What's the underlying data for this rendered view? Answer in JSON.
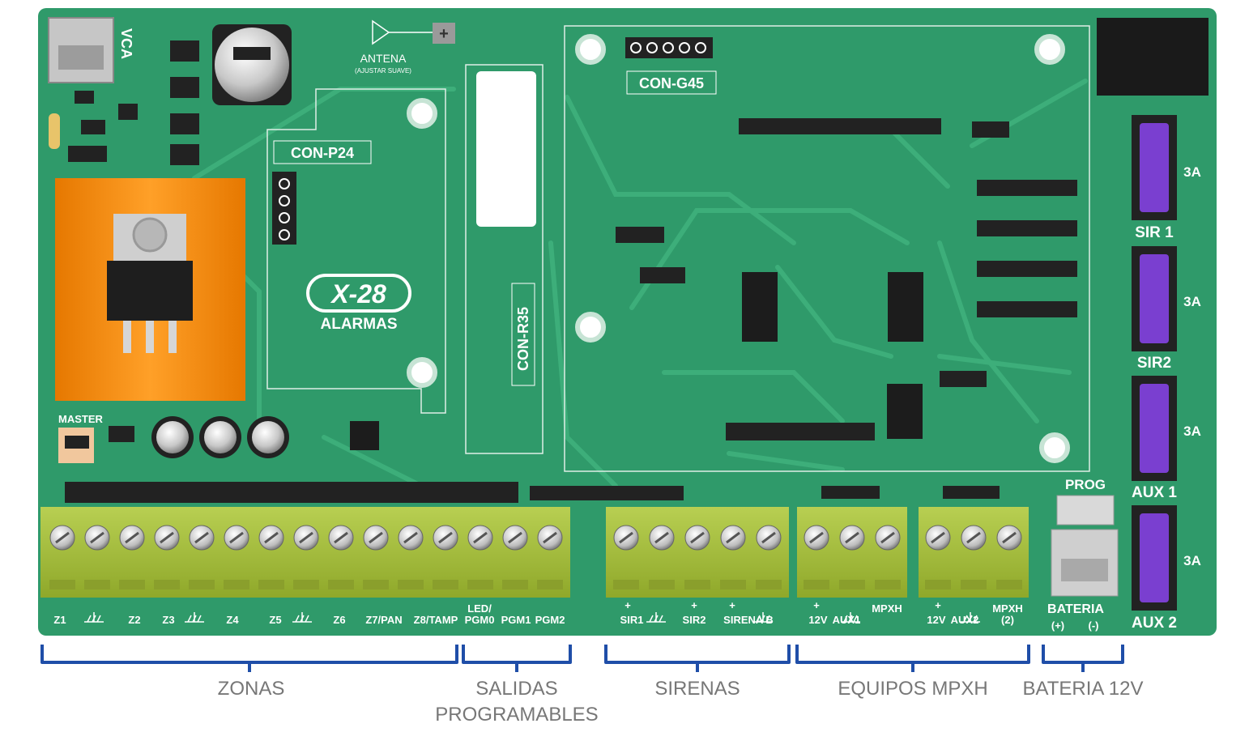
{
  "board": {
    "brand_logo": "X-28",
    "brand_name": "ALARMAS",
    "vca_label": "VCA",
    "master_label": "MASTER",
    "antenna_label": "ANTENA",
    "antenna_note": "(AJUSTAR SUAVE)",
    "connectors": {
      "p24": "CON-P24",
      "r35": "CON-R35",
      "g45": "CON-G45"
    },
    "prog_label": "PROG",
    "fuses": [
      {
        "rating": "3A",
        "label": "SIR 1"
      },
      {
        "rating": "3A",
        "label": "SIR2"
      },
      {
        "rating": "3A",
        "label": "AUX 1"
      },
      {
        "rating": "3A",
        "label": "AUX 2"
      }
    ],
    "colors": {
      "pcb": "#2f9a6a",
      "terminal": "#a7c238",
      "fuse": "#7a3fd0",
      "heatsink": "#f08a10",
      "bracket": "#1f4ea8"
    }
  },
  "terminal_labels": {
    "z1": "Z1",
    "z2": "Z2",
    "z3": "Z3",
    "z4": "Z4",
    "z5": "Z5",
    "z6": "Z6",
    "z7pan": "Z7/PAN",
    "z8tamp": "Z8/TAMP",
    "led": "LED/",
    "pgm0": "PGM0",
    "pgm1": "PGM1",
    "pgm2": "PGM2",
    "plus": "+",
    "sir1": "SIR1",
    "sir2": "SIR2",
    "sirena_b": "SIRENA B",
    "v12": "12V",
    "aux1": "AUX1",
    "aux2": "AUX2",
    "mpxh": "MPXH",
    "mpxh2": "(2)",
    "bateria": "BATERIA",
    "bat_pos": "(+)",
    "bat_neg": "(-)"
  },
  "groups": {
    "zonas": "ZONAS",
    "salidas_1": "SALIDAS",
    "salidas_2": "PROGRAMABLES",
    "sirenas": "SIRENAS",
    "equipos": "EQUIPOS MPXH",
    "bateria": "BATERIA 12V"
  }
}
